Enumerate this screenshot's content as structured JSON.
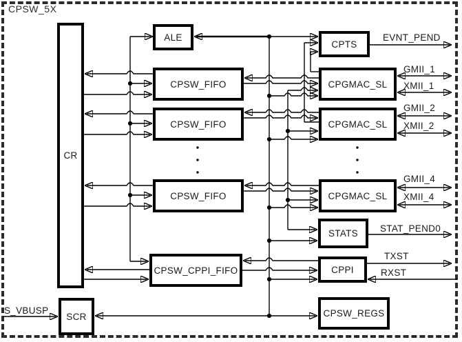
{
  "diagram": {
    "title": "CPSW_5X",
    "colors": {
      "wire": "#000000",
      "text": "#1a1a1a",
      "background": "#ffffff"
    },
    "blocks": {
      "cr": {
        "label": "CR"
      },
      "ale": {
        "label": "ALE"
      },
      "fifo1": {
        "label": "CPSW_FIFO"
      },
      "fifo2": {
        "label": "CPSW_FIFO"
      },
      "fifo3": {
        "label": "CPSW_FIFO"
      },
      "cppi_fifo": {
        "label": "CPSW_CPPI_FIFO"
      },
      "scr": {
        "label": "SCR"
      },
      "cpts": {
        "label": "CPTS"
      },
      "mac1": {
        "label": "CPGMAC_SL"
      },
      "mac2": {
        "label": "CPGMAC_SL"
      },
      "mac3": {
        "label": "CPGMAC_SL"
      },
      "stats": {
        "label": "STATS"
      },
      "cppi": {
        "label": "CPPI"
      },
      "regs": {
        "label": "CPSW_REGS"
      }
    },
    "signals": {
      "s_vbusp": {
        "label": "S_VBUSP"
      },
      "evnt_pend": {
        "label": "EVNT_PEND"
      },
      "gmii1": {
        "label": "GMII_1"
      },
      "xmii1": {
        "label": "XMII_1"
      },
      "gmii2": {
        "label": "GMII_2"
      },
      "xmii2": {
        "label": "XMII_2"
      },
      "gmii4": {
        "label": "GMII_4"
      },
      "xmii4": {
        "label": "XMII_4"
      },
      "stat_pend0": {
        "label": "STAT_PEND0"
      },
      "txst": {
        "label": "TXST"
      },
      "rxst": {
        "label": "RXST"
      }
    }
  }
}
